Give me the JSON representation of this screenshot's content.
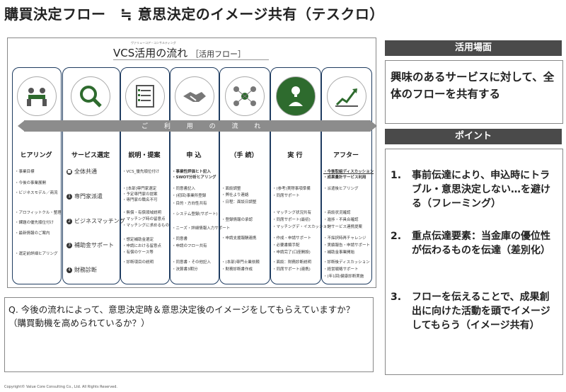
{
  "title": "購買決定フロー　≒ 意思決定のイメージ共有（テスクロ）",
  "diagram": {
    "heading": "VCS活用の流れ",
    "heading_sub": "［活用フロー］",
    "heading_small": "ヴァリューコア・コンサルティング",
    "flow_band": "ご 利 用 の 流 れ",
    "columns": [
      {
        "head": "ヒアリング",
        "items": [
          "・事業目標",
          "・今後の事業展開",
          "・ビジネスモデル／商流",
          "・アロフィットクル・整理",
          "・課題の優先順位付け",
          "・最新情報のご案内",
          "・運定前詳細ヒアリング"
        ]
      },
      {
        "head": "サービス選定",
        "items": [
          "全体共通",
          "専門家派遣",
          "ビジネスマッチング",
          "補助金サポート",
          "財務診断"
        ]
      },
      {
        "head": "説明・提案",
        "items": [
          "・VCS_優先順位付け",
          "・[本部]専門家選定",
          "・予定専門家の提案",
          "・専門家の職名不可",
          "・無償・有償領域説明",
          "・マッチング時の留意点",
          "・マッチングに求めるもの",
          "・想定補助金選定",
          "・申請における留意点",
          "・有償のケース等",
          "・診断項目の説明"
        ]
      },
      {
        "head": "申 込",
        "items": [
          "・事業性評価ヒト記入",
          "・SWOT分析ヒアリング",
          "・同意書記入",
          "・(初回)事業所登録",
          "・目的・方向性共有",
          "・システム登録(サポート)",
          "・ニーズ・詳細情報入力サポート",
          "・同意書",
          "・申請のフロー共有",
          "・同意書・その他記入",
          "・決算書3期分"
        ]
      },
      {
        "head": "（手 続）",
        "items": [
          "・面談調整",
          "・弊社より連絡",
          "・日程：面談日調整",
          "・登録情報の承認",
          "・申請支援報酬連携",
          "・(本部)専門士業依頼",
          "・財務診断書作成"
        ]
      },
      {
        "head": "実 行",
        "items": [
          "・(参考)実際事項準備",
          "・同席サポート",
          "・マッチング状況共有",
          "・同席サポート(最初)",
          "・マッチングデ・イスカッション",
          "・作成・申請サポート",
          "・必要書類手配",
          "・申請完了(口座開設)",
          "・面談：財務診断説明",
          "・同席サポート(連携)"
        ]
      },
      {
        "head": "アフター",
        "items": [
          "・今後取組ディスカッション",
          "・成果量計サービス利用",
          "・派遣後ヒアリング",
          "・商談状況確認",
          "・進捗・不具合確認",
          "・他サービス連携提案",
          "・不採択時再チャレンジ",
          "・実績報告・申請サポート",
          "・補助金事業開始",
          "・診断後ディスカッション",
          "・経営戦略サポート",
          "・(年1回)健康診断実施"
        ]
      }
    ]
  },
  "question": "Q. 今後の流れによって、意思決定時＆意思決定後のイメージをしてもらえていますか？（購買動機を高められているか？）",
  "copyright": "Copyright© Value Core Consulting Co., Ltd.  All Rights Reserved.",
  "usage_panel": {
    "header": "活用場面",
    "text": "興味のあるサービスに対して、全体のフローを共有する"
  },
  "points_panel": {
    "header": "ポイント",
    "points": [
      {
        "num": "1.",
        "text": "事前伝達により、申込時にトラブル・意思決定しない…を避ける（フレーミング）"
      },
      {
        "num": "2.",
        "text": "重点伝達要素：当金庫の優位性が伝わるものを伝達（差別化）"
      },
      {
        "num": "3.",
        "text": "フローを伝えることで、成果創出に向けた活動を頭でイメージしてもらう（イメージ共有）"
      }
    ]
  },
  "colors": {
    "panel_header": "#4a4a4a",
    "column_border": "#1f3c60",
    "icon_green": "#2e6b2e",
    "band": "#8c8c8c"
  }
}
